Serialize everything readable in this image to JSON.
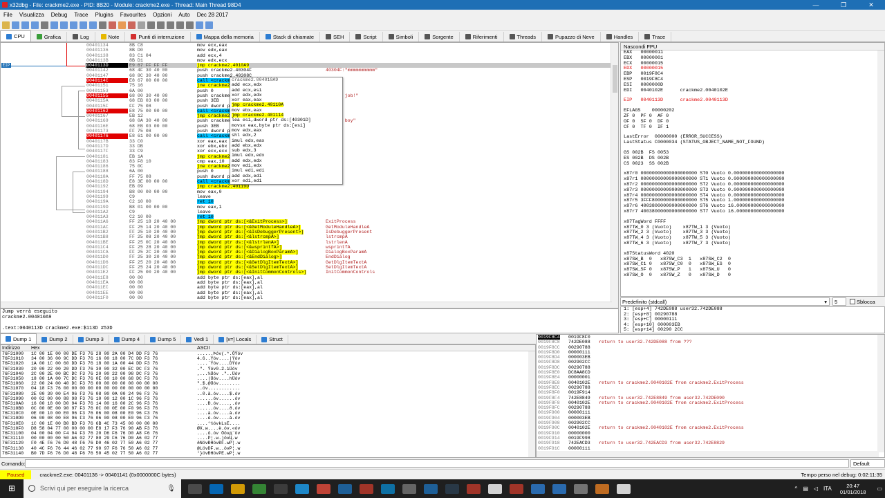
{
  "window": {
    "title": "x32dbg - File: crackme2.exe - PID: 8B20 - Module: crackme2.exe - Thread: Main Thread 98D4",
    "minimize": "—",
    "restore": "❐",
    "close": "✕"
  },
  "menu": [
    "File",
    "Visualizza",
    "Debug",
    "Trace",
    "Plugins",
    "Favourites",
    "Opzioni",
    "Auto",
    "Dec 28 2017"
  ],
  "tabs": [
    {
      "label": "CPU",
      "icon": "cpu-icon"
    },
    {
      "label": "Grafica",
      "icon": "graph-icon"
    },
    {
      "label": "Log",
      "icon": "log-icon"
    },
    {
      "label": "Note",
      "icon": "note-icon"
    },
    {
      "label": "Punti di interruzione",
      "icon": "breakpoint-icon"
    },
    {
      "label": "Mappa della memoria",
      "icon": "memory-map-icon"
    },
    {
      "label": "Stack di chiamate",
      "icon": "call-stack-icon"
    },
    {
      "label": "SEH",
      "icon": "seh-icon"
    },
    {
      "label": "Script",
      "icon": "script-icon"
    },
    {
      "label": "Simboli",
      "icon": "symbols-icon"
    },
    {
      "label": "Sorgente",
      "icon": "source-icon"
    },
    {
      "label": "Riferimenti",
      "icon": "references-icon"
    },
    {
      "label": "Threads",
      "icon": "threads-icon"
    },
    {
      "label": "Pupazzo di Neve",
      "icon": "snowman-icon"
    },
    {
      "label": "Handles",
      "icon": "handles-icon"
    },
    {
      "label": "Trace",
      "icon": "trace-icon"
    }
  ],
  "eip_label": "EIP",
  "disasm": [
    {
      "addr": "00401134",
      "bytes": "8B C8",
      "ins": "mov ecx,eax",
      "cmt": ""
    },
    {
      "addr": "00401136",
      "bytes": "8B D0",
      "ins": "mov edx,eax",
      "cmt": ""
    },
    {
      "addr": "00401138",
      "bytes": "83 C1 04",
      "ins": "add ecx,4",
      "cmt": ""
    },
    {
      "addr": "0040113B",
      "bytes": "8B D1",
      "ins": "mov edx,ecx",
      "cmt": ""
    },
    {
      "addr": "0040113D",
      "bytes": "E9 67 FF FF FF",
      "ins": "jmp crackme2.4010A9",
      "cmt": "",
      "eip": true
    },
    {
      "addr": "00401142",
      "bytes": "68 4F 30 40 00",
      "ins": "push crackme2.40304F",
      "cmt": "40304F:\"mmmmmmmmmm\""
    },
    {
      "addr": "00401147",
      "bytes": "68 8C 30 40 00",
      "ins": "push crackme2.40308C",
      "cmt": ""
    },
    {
      "addr": "0040114C",
      "bytes": "E8 67 00 00 00",
      "ins": "call <crackme2.",
      "cmt": "",
      "bp": true
    },
    {
      "addr": "00401151",
      "bytes": "75 16",
      "ins": "jne crackme2.",
      "cmt": ""
    },
    {
      "addr": "00401153",
      "bytes": "6A 00",
      "ins": "push 0",
      "cmt": ""
    },
    {
      "addr": "00401155",
      "bytes": "68 00 30 40 00",
      "ins": "push crackme2.",
      "cmt": ":\"Good job!\"",
      "bp": true
    },
    {
      "addr": "0040115A",
      "bytes": "68 EB 03 00 00",
      "ins": "push 3EB",
      "cmt": ""
    },
    {
      "addr": "0040115F",
      "bytes": "FF 75 08",
      "ins": "push dword ptr",
      "cmt": ""
    },
    {
      "addr": "00401162",
      "bytes": "E8 75 00 00 00",
      "ins": "call <crackme2.",
      "cmt": "",
      "bp": true
    },
    {
      "addr": "00401167",
      "bytes": "EB 12",
      "ins": "jmp crackme2.",
      "cmt": ""
    },
    {
      "addr": "00401169",
      "bytes": "68 0A 30 40 00",
      "ins": "push crackme2.",
      "cmt": "A:\"Bad boy\""
    },
    {
      "addr": "0040116E",
      "bytes": "68 EB 03 00 00",
      "ins": "push 3EB",
      "cmt": ""
    },
    {
      "addr": "00401173",
      "bytes": "FF 75 08",
      "ins": "push dword ptr",
      "cmt": ""
    },
    {
      "addr": "00401176",
      "bytes": "E8 61 00 00 00",
      "ins": "call <crackme2.",
      "cmt": "",
      "bp": true
    },
    {
      "addr": "0040117B",
      "bytes": "33 C0",
      "ins": "xor eax,eax",
      "cmt": ""
    },
    {
      "addr": "0040117D",
      "bytes": "33 DB",
      "ins": "xor ebx,ebx",
      "cmt": ""
    },
    {
      "addr": "0040117F",
      "bytes": "33 C9",
      "ins": "xor ecx,ecx",
      "cmt": ""
    },
    {
      "addr": "00401181",
      "bytes": "EB 1A",
      "ins": "jmp crackme2.",
      "cmt": ""
    },
    {
      "addr": "00401183",
      "bytes": "83 F8 10",
      "ins": "cmp eax,10",
      "cmt": ""
    },
    {
      "addr": "00401186",
      "bytes": "75 0C",
      "ins": "jne crackme2.",
      "cmt": ""
    },
    {
      "addr": "00401188",
      "bytes": "6A 00",
      "ins": "push 0",
      "cmt": ""
    },
    {
      "addr": "0040118A",
      "bytes": "FF 75 08",
      "ins": "push dword ptr",
      "cmt": ""
    },
    {
      "addr": "0040118D",
      "bytes": "E8 3E 00 00 00",
      "ins": "call <crackme2.",
      "cmt": ""
    },
    {
      "addr": "00401192",
      "bytes": "EB 09",
      "ins": "jmp crackme2.40119D",
      "cmt": ""
    },
    {
      "addr": "00401194",
      "bytes": "B8 00 00 00 00",
      "ins": "mov eax,0",
      "cmt": ""
    },
    {
      "addr": "00401199",
      "bytes": "C9",
      "ins": "leave",
      "cmt": ""
    },
    {
      "addr": "0040119A",
      "bytes": "C2 10 00",
      "ins": "ret 10",
      "cmt": ""
    },
    {
      "addr": "0040119D",
      "bytes": "B8 01 00 00 00",
      "ins": "mov eax,1",
      "cmt": ""
    },
    {
      "addr": "004011A2",
      "bytes": "C9",
      "ins": "leave",
      "cmt": ""
    },
    {
      "addr": "004011A3",
      "bytes": "C2 10 00",
      "ins": "ret 10",
      "cmt": ""
    },
    {
      "addr": "004011A6",
      "bytes": "FF 25 18 20 40 00",
      "ins": "jmp dword ptr ds:[<&ExitProcess>]",
      "cmt": "ExitProcess"
    },
    {
      "addr": "004011AC",
      "bytes": "FF 25 14 20 40 00",
      "ins": "jmp dword ptr ds:[<&GetModuleHandleA>]",
      "cmt": "GetModuleHandleA"
    },
    {
      "addr": "004011B2",
      "bytes": "FF 25 10 20 40 00",
      "ins": "jmp dword ptr ds:[<&IsDebuggerPresent>]",
      "cmt": "IsDebuggerPresent"
    },
    {
      "addr": "004011B8",
      "bytes": "FF 25 08 20 40 00",
      "ins": "jmp dword ptr ds:[<&lstrcmpA>]",
      "cmt": "lstrcmpA"
    },
    {
      "addr": "004011BE",
      "bytes": "FF 25 0C 20 40 00",
      "ins": "jmp dword ptr ds:[<&lstrlenA>]",
      "cmt": "lstrlenA"
    },
    {
      "addr": "004011C4",
      "bytes": "FF 25 28 20 40 00",
      "ins": "jmp dword ptr ds:[<&wsprintfA>]",
      "cmt": "wsprintfA"
    },
    {
      "addr": "004011CA",
      "bytes": "FF 25 2C 20 40 00",
      "ins": "jmp dword ptr ds:[<&DialogBoxParamA>]",
      "cmt": "DialogBoxParamA"
    },
    {
      "addr": "004011D0",
      "bytes": "FF 25 30 20 40 00",
      "ins": "jmp dword ptr ds:[<&EndDialog>]",
      "cmt": "EndDialog"
    },
    {
      "addr": "004011D6",
      "bytes": "FF 25 20 20 40 00",
      "ins": "jmp dword ptr ds:[<&GetDlgItemTextA>]",
      "cmt": "GetDlgItemTextA"
    },
    {
      "addr": "004011DC",
      "bytes": "FF 25 24 20 40 00",
      "ins": "jmp dword ptr ds:[<&SetDlgItemTextA>]",
      "cmt": "SetDlgItemTextA"
    },
    {
      "addr": "004011E2",
      "bytes": "FF 25 00 20 40 00",
      "ins": "jmp dword ptr ds:[<&InitCommonControls>]",
      "cmt": "InitCommonControls"
    },
    {
      "addr": "004011E8",
      "bytes": "00 00",
      "ins": "add byte ptr ds:[eax],al",
      "cmt": ""
    },
    {
      "addr": "004011EA",
      "bytes": "00 00",
      "ins": "add byte ptr ds:[eax],al",
      "cmt": ""
    },
    {
      "addr": "004011EC",
      "bytes": "00 00",
      "ins": "add byte ptr ds:[eax],al",
      "cmt": ""
    },
    {
      "addr": "004011EE",
      "bytes": "00 00",
      "ins": "add byte ptr ds:[eax],al",
      "cmt": ""
    },
    {
      "addr": "004011F0",
      "bytes": "00 00",
      "ins": "add byte ptr ds:[eax],al",
      "cmt": ""
    }
  ],
  "popup": [
    "crackme2.004010A9",
    "add ecx,edx",
    "add ecx,esi",
    "xor edx,edx",
    "xor eax,eax",
    "jmp crackme2.40110A",
    "mov ebx,eax",
    "jmp crackme2.401114",
    "lea esi,dword ptr ds:[40301D]",
    "movsx eax,byte ptr ds:[esi]",
    "mov edx,eax",
    "shl edx,2",
    "imul edx,eax",
    "add ebx,edx",
    "sub edx,3",
    "imul edx,edx",
    "add edx,edx",
    "mov edi,edx",
    "imul edi,edi",
    "add edx,edi",
    "xor edi,edi"
  ],
  "info": [
    "Jump verrà eseguito",
    "crackme2.004010A9",
    "",
    ".text:0040113D crackme2.exe:$113D #53D"
  ],
  "registers": {
    "header": "Nascondi FPU",
    "lines": [
      "EAX   00000011",
      "EBX   00000001",
      "ECX   00000015",
      "EDX   00000015",
      "EBP   0019F8C4",
      "ESP   0019F8C4",
      "ESI   0000000D",
      "EDI   0040102E      crackme2.0040102E",
      "",
      "EIP   0040113D      crackme2.0040113D",
      "",
      "EFLAGS    00000202",
      "ZF 0  PF 0  AF 0",
      "OF 0  SF 0  DF 0",
      "CF 0  TF 0  IF 1",
      "",
      "LastError  00000000 (ERROR_SUCCESS)",
      "LastStatus C0000034 (STATUS_OBJECT_NAME_NOT_FOUND)",
      "",
      "GS 002B  FS 0053",
      "ES 002B  DS 002B",
      "CS 0023  SS 002B",
      "",
      "x87r0 00000000000000000000 ST0 Vuoto 0.000000000000000000",
      "x87r1 00000000000000000000 ST1 Vuoto 0.000000000000000000",
      "x87r2 00000000000000000000 ST2 Vuoto 0.000000000000000000",
      "x87r3 00000000000000000000 ST3 Vuoto 0.000000000000000000",
      "x87r4 00000000000000000000 ST4 Vuoto 0.000000000000000000",
      "x87r5 3FFF8000000000000000 ST5 Vuoto 1.000000000000000000",
      "x87r6 40038000000000000000 ST6 Vuoto 16.00000000000000000",
      "x87r7 40038000000000000000 ST7 Vuoto 16.00000000000000000",
      "",
      "x87TagWord FFFF",
      "x87TW_0 3 (Vuoto)    x87TW_1 3 (Vuoto)",
      "x87TW_2 3 (Vuoto)    x87TW_3 3 (Vuoto)",
      "x87TW_4 3 (Vuoto)    x87TW_5 3 (Vuoto)",
      "x87TW_6 3 (Vuoto)    x87TW_7 3 (Vuoto)",
      "",
      "x87StatusWord 4020",
      "x87SW_B  0   x87SW_C3  1   x87SW_C2  0",
      "x87SW_C1 0   x87SW_C0  0   x87SW_ES  0",
      "x87SW_SF 0   x87SW_P   1   x87SW_U   0",
      "x87SW_O  0   x87SW_Z   0   x87SW_D   0"
    ]
  },
  "callconv": {
    "selected": "Predefinito (stdcall)",
    "count": "5",
    "checkbox_label": "Sblocca"
  },
  "args": [
    "1: [esp+4]  742DE088 user32.742DE088",
    "2: [esp+8]  00290788",
    "3: [esp+C]  00000111",
    "4: [esp+10] 000003EB",
    "5: [esp+14] 00290 2CC"
  ],
  "dumptabs": [
    "Dump 1",
    "Dump 2",
    "Dump 3",
    "Dump 4",
    "Dump 5",
    "Vedi 1",
    "[x=] Locals",
    "Struct"
  ],
  "dump": {
    "col_addr": "Indirizzo",
    "col_hex": "Hex",
    "col_ascii": "ASCII",
    "rows": [
      {
        "a": "76F31000",
        "h": "1C 00 1E 00 00 DE F3 76 28 00 2A 00 D4 DD F3 76",
        "s": "......Þóv(.*.ÔÝóv"
      },
      {
        "a": "76F31010",
        "h": "34 00 36 00 9C DD F3 76 16 00 18 00 7C DD F3 76",
        "s": "4.6..Ýóv....|Ýóv"
      },
      {
        "a": "76F31020",
        "h": "1A 00 1C 00 60 DD F3 76 18 00 1A 00 44 DD F3 76",
        "s": "....`Ýóv....DÝóv"
      },
      {
        "a": "76F31030",
        "h": "20 00 22 00 20 DD F3 76 30 00 32 00 EC DC F3 76",
        "s": " .\". Ýóv0.2.ìÜóv"
      },
      {
        "a": "76F31040",
        "h": "2C 00 2E 00 BC DC F3 76 20 00 22 00 98 DC F3 76",
        "s": ",...¼Üóv .\"..Üóv"
      },
      {
        "a": "76F31050",
        "h": "18 00 1A 00 7C DC F3 76 0E 00 10 00 68 DC F3 76",
        "s": "....|Üóv....hÜóv"
      },
      {
        "a": "76F31060",
        "h": "22 00 24 00 40 DC F3 76 00 00 00 00 00 00 00 00",
        "s": "\".$.@Üóv........"
      },
      {
        "a": "76F31070",
        "h": "04 18 F3 76 00 00 00 00 00 00 00 00 00 00 00 00",
        "s": "..óv............"
      },
      {
        "a": "76F31080",
        "h": "2E 00 30 00 E4 96 F3 76 08 00 0A 00 24 96 F3 76",
        "s": "..0.ä.óv....$.óv"
      },
      {
        "a": "76F31090",
        "h": "00 02 00 00 88 98 F3 76 10 00 12 00 1C 96 F3 76",
        "s": "......óv......óv"
      },
      {
        "a": "76F310A0",
        "h": "16 00 18 00 D0 94 F3 76 14 00 16 00 2C 96 F3 76",
        "s": "....Ð.óv....,.óv"
      },
      {
        "a": "76F310B0",
        "h": "0C 00 0E 00 90 97 F3 76 0C 00 0E 00 F0 96 F3 76",
        "s": "......óv....ð.óv"
      },
      {
        "a": "76F310C0",
        "h": "0E 00 10 00 E0 96 F3 76 06 00 08 00 E0 96 F3 76",
        "s": "....à.óv....à.óv"
      },
      {
        "a": "76F310D0",
        "h": "06 00 08 00 E8 96 F3 76 06 00 08 00 E0 96 F3 76",
        "s": "....è.óv....à.óv"
      },
      {
        "a": "76F310E0",
        "h": "1C 00 1E 00 B0 BD F3 76 6B 4C 73 45 00 00 00 00",
        "s": "....°½óvkLsE...."
      },
      {
        "a": "76F310F0",
        "h": "D8 58 04 77 00 00 00 00 E8 17 F3 76 90 AB F3 76",
        "s": "ØX.w....è.óv.«óv"
      },
      {
        "a": "76F31100",
        "h": "04 00 04 00 F4 94 F3 76 20 D6 F6 76 D0 A8 F6 76",
        "s": "....ô.óv Öövд¨öv"
      },
      {
        "a": "76F31110",
        "h": "00 00 00 00 50 A6 02 77 80 29 F6 76 D0 A6 02 77",
        "s": "....P¦.w.)övЦ.w"
      },
      {
        "a": "76F31120",
        "h": "F0 4E F6 76 D0 48 F6 76 D0 46 02 77 50 A6 02 77",
        "s": "ðNövÐHövÐF.wP¦.w"
      },
      {
        "a": "76F31130",
        "h": "40 4C F6 76 44 46 02 77 90 97 F6 76 50 A6 02 77",
        "s": "@LövDF.w..övP¦.w"
      },
      {
        "a": "76F31140",
        "h": "B0 7D F6 76 D0 48 F6 76 50 45 02 77 50 A6 02 77",
        "s": "°}övÐHövPE.wP¦.w"
      }
    ]
  },
  "stack": [
    {
      "a": "0019F8C4",
      "v": "0019F8F0",
      "c": "",
      "cur": true
    },
    {
      "a": "0019F8C8",
      "v": "742DE088",
      "c": "return to user32.742DE088 from ???"
    },
    {
      "a": "0019F8CC",
      "v": "00290788",
      "c": ""
    },
    {
      "a": "0019F8D0",
      "v": "00000111",
      "c": ""
    },
    {
      "a": "0019F8D4",
      "v": "000003EB",
      "c": ""
    },
    {
      "a": "0019F8D8",
      "v": "002902CC",
      "c": ""
    },
    {
      "a": "0019F8DC",
      "v": "00290788",
      "c": ""
    },
    {
      "a": "0019F8E0",
      "v": "DC8AA8CD",
      "c": ""
    },
    {
      "a": "0019F8E4",
      "v": "00000001",
      "c": ""
    },
    {
      "a": "0019F8E8",
      "v": "0040102E",
      "c": "return to crackme2.0040102E from crackme2.ExitProcess"
    },
    {
      "a": "0019F8EC",
      "v": "00290788",
      "c": ""
    },
    {
      "a": "0019F8F0",
      "v": "0019F914",
      "c": ""
    },
    {
      "a": "0019F8F4",
      "v": "742E8849",
      "c": "return to user32.742E8849 from user32.742DE090"
    },
    {
      "a": "0019F8F8",
      "v": "0040102E",
      "c": "return to crackme2.0040102E from crackme2.ExitProcess"
    },
    {
      "a": "0019F8FC",
      "v": "00290788",
      "c": ""
    },
    {
      "a": "0019F900",
      "v": "00000111",
      "c": ""
    },
    {
      "a": "0019F904",
      "v": "000003EB",
      "c": ""
    },
    {
      "a": "0019F908",
      "v": "002902CC",
      "c": ""
    },
    {
      "a": "0019F90C",
      "v": "0040102E",
      "c": "return to crackme2.0040102E from crackme2.ExitProcess"
    },
    {
      "a": "0019F910",
      "v": "00000000",
      "c": ""
    },
    {
      "a": "0019F914",
      "v": "0019F998",
      "c": ""
    },
    {
      "a": "0019F918",
      "v": "742EACD3",
      "c": "return to user32.742EACD3 from user32.742E8829"
    },
    {
      "a": "0019F91C",
      "v": "00000111",
      "c": ""
    }
  ],
  "command": {
    "label": "Comando:",
    "default_label": "Default"
  },
  "status": {
    "paused": "Paused",
    "message": "crackme2.exe: 00401136 -> 00401141 (0x0000000C bytes)",
    "time": "Tempo perso nel debug: 0:02:11:35"
  },
  "taskbar": {
    "search_placeholder": "Scrivi qui per eseguire la ricerca",
    "time": "20:47",
    "date": "01/01/2018",
    "lang": "ITA"
  },
  "colors": {
    "title_bg": "#1e6fb5",
    "breakpoint": "#e00000",
    "jump_highlight": "#ffff00",
    "call_highlight": "#00c0ff",
    "paused_bg": "#ffff00"
  }
}
